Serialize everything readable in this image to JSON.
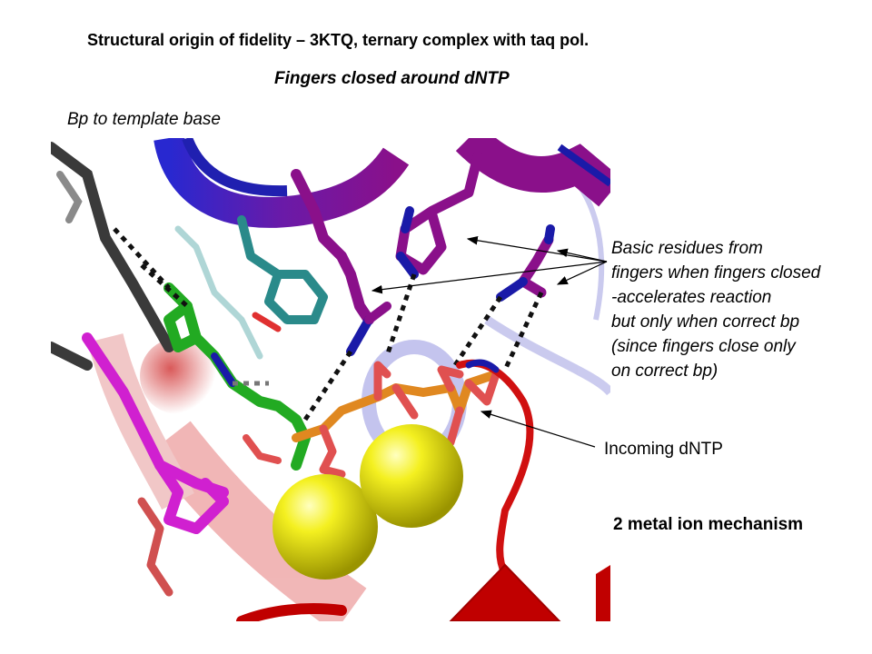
{
  "title": "Structural origin of fidelity – 3KTQ, ternary complex with taq pol.",
  "subtitle": "Fingers closed around dNTP",
  "labels": {
    "bp_template": "Bp to template base",
    "basic_residues": [
      "Basic residues from",
      "fingers when fingers closed",
      "-accelerates reaction",
      "but only when correct bp",
      "(since fingers close only",
      "on correct bp)"
    ],
    "incoming_dntp": "Incoming dNTP",
    "metal_mechanism": "2 metal ion mechanism"
  },
  "colors": {
    "protein_helix_blue": "#1a1aa8",
    "residue_purple": "#8a108a",
    "nucleotide_green": "#22aa22",
    "phosphate_orange": "#e08820",
    "oxygen_red": "#e03030",
    "metal_ion_yellow": "#f2ee10",
    "template_gray": "#444444",
    "teal_residue": "#2a8a8a",
    "magenta_base": "#d020d0"
  }
}
